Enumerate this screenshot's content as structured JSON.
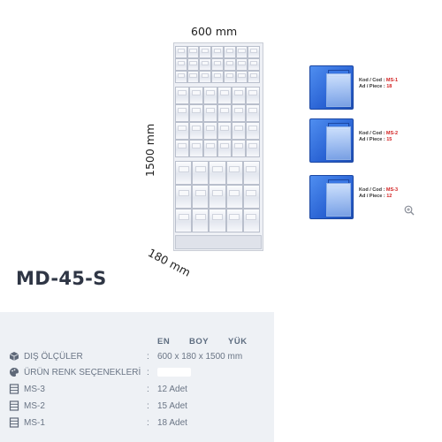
{
  "dimensions": {
    "width": "600 mm",
    "height": "1500 mm",
    "depth": "180 mm"
  },
  "products": [
    {
      "code_label": "Kod / Cod",
      "code": "MS-1",
      "piece_label": "Ad / Piece",
      "piece": "18"
    },
    {
      "code_label": "Kod / Cod",
      "code": "MS-2",
      "piece_label": "Ad / Piece",
      "piece": "15"
    },
    {
      "code_label": "Kod / Cod",
      "code": "MS-3",
      "piece_label": "Ad / Piece",
      "piece": "12"
    }
  ],
  "model": "MD-45-S",
  "spec": {
    "headers": [
      "EN",
      "BOY",
      "YÜK"
    ],
    "rows": [
      {
        "icon": "cube-icon",
        "label": "DIŞ ÖLÇÜLER",
        "value": "600 x 180 x 1500 mm"
      },
      {
        "icon": "palette-icon",
        "label": "ÜRÜN RENK SEÇENEKLERİ",
        "value": ""
      },
      {
        "icon": "cabinet-icon",
        "label": "MS-3",
        "value": "12 Adet"
      },
      {
        "icon": "cabinet-icon",
        "label": "MS-2",
        "value": "15 Adet"
      },
      {
        "icon": "cabinet-icon",
        "label": "MS-1",
        "value": "18 Adet"
      }
    ]
  },
  "colors": {
    "box_blue": "#2a63d4",
    "code_red": "#d21f1f",
    "panel_bg": "#eef1f5",
    "color_option": "#ffffff"
  }
}
